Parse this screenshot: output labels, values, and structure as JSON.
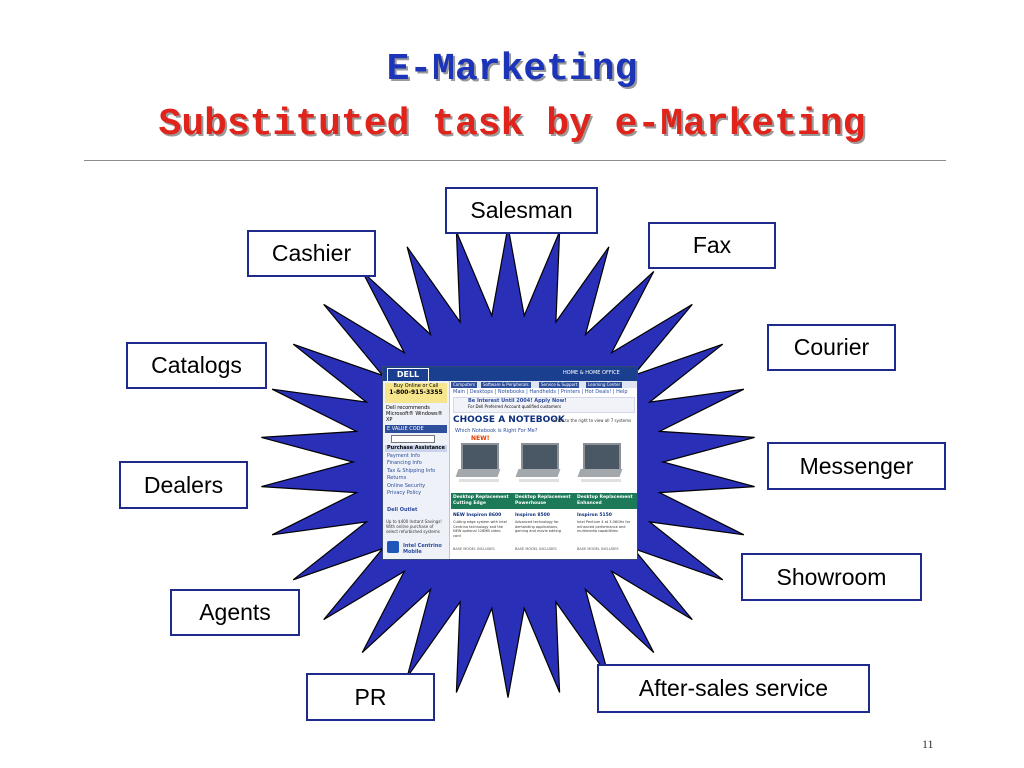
{
  "slide": {
    "title_line1": "E-Marketing",
    "title_line2": "Substituted task by e-Marketing",
    "page_number": "11",
    "colors": {
      "title1": "#1c34b8",
      "title2": "#e0231b",
      "burst": "#2a2fb8",
      "label_border": "#1e2b8c"
    }
  },
  "labels": [
    "Salesman",
    "Fax",
    "Courier",
    "Messenger",
    "Showroom",
    "After-sales service",
    "PR",
    "Agents",
    "Dealers",
    "Catalogs",
    "Cashier"
  ],
  "screenshot": {
    "logo": "DELL",
    "segment": "HOME & HOME OFFICE",
    "buy_line": "Buy Online or Call",
    "phone": "1-800-915-3355",
    "dell_recommends": "Dell recommends Microsoft® Windows® XP",
    "evalue": "E VALUE CODE",
    "purchase_assistance": "Purchase Assistance",
    "purchase_items": [
      "Payment Info",
      "Financing Info",
      "Tax & Shipping Info",
      "Returns",
      "Online Security",
      "Privacy Policy"
    ],
    "outlet": "Dell Outlet",
    "upto": "Up to $400 Instant Savings! With online purchase of select refurbished systems",
    "intel": "Intel Centrino Mobile",
    "tabs": [
      "Computers",
      "Software & Peripherals",
      "Service & Support",
      "Learning Center"
    ],
    "subnav": "Main | Desktops | Notebooks | Handhelds | Printers | Hot Deals! | Help",
    "banner": "Be Interest Until 2004! Apply Now!",
    "banner_sub": "For Dell Preferred Account qualified customers",
    "choose": "CHOOSE A NOTEBOOK",
    "choose_hint": "Scroll to the right to view all 7 systems",
    "which": "Which Notebook is Right For Me?",
    "new_badge": "NEW!",
    "columns": [
      {
        "category": "Desktop Replacement",
        "sub": "Cutting Edge",
        "model": "NEW Inspiron 8600",
        "desc": "Cutting edge system with Intel Centrino technology and the NEW optional 128MB video card"
      },
      {
        "category": "Desktop Replacement",
        "sub": "Powerhouse",
        "model": "Inspiron 8500",
        "desc": "Advanced technology for demanding applications, gaming and movie editing"
      },
      {
        "category": "Desktop Replacement",
        "sub": "Enhanced",
        "model": "Inspiron 5150",
        "desc": "Intel Pentium 4 at 3.06GHz for enhanced performance and multimedia capabilities"
      }
    ],
    "base_model": "BASE MODEL INCLUDES"
  }
}
